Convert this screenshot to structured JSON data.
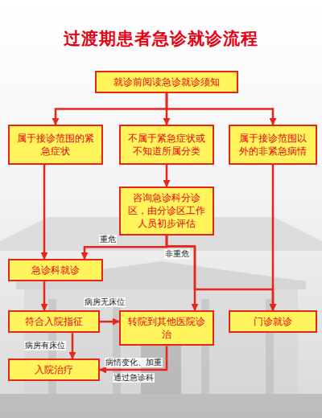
{
  "diagram": {
    "title": "过渡期患者急诊就诊流程",
    "nodes": [
      {
        "text": [
          "就诊前阅读急诊就诊须知"
        ]
      },
      {
        "text": [
          "属于接诊范围的紧急症状"
        ]
      },
      {
        "text": [
          "不属于紧急症状或不知道所属分类"
        ]
      },
      {
        "text": [
          "属于接诊范围以外的非紧急病情"
        ]
      },
      {
        "text": [
          "咨询急诊科分诊区，由分诊区工作人员初步评估"
        ]
      },
      {
        "text": [
          "急诊科就诊"
        ]
      },
      {
        "text": [
          "符合入院指征"
        ]
      },
      {
        "text": [
          "转院到其他医院诊治"
        ]
      },
      {
        "text": [
          "门诊就诊"
        ]
      },
      {
        "text": [
          "入院治疗"
        ]
      }
    ],
    "edges": [
      {
        "from": 0,
        "to": 1,
        "arrow": "to"
      },
      {
        "from": 0,
        "to": 2,
        "arrow": "to"
      },
      {
        "from": 0,
        "to": 3,
        "arrow": "to"
      },
      {
        "from": 1,
        "to": 5,
        "arrow": "to"
      },
      {
        "from": 2,
        "to": 4,
        "arrow": "to"
      },
      {
        "from": 4,
        "to": 5,
        "label": "重危",
        "arrow": "to"
      },
      {
        "from": 4,
        "to": 7,
        "label": "非重危",
        "arrow": "to"
      },
      {
        "from": 4,
        "to": 8,
        "arrow": "to"
      },
      {
        "from": 5,
        "to": 6,
        "arrow": "to"
      },
      {
        "from": 6,
        "to": 7,
        "label": "病房无床位",
        "arrow": "to"
      },
      {
        "from": 6,
        "to": 9,
        "label": "病房有床位",
        "arrow": "to"
      },
      {
        "from": 7,
        "to": 9,
        "label": "病情变化、加重",
        "arrow": "to"
      },
      {
        "from": 3,
        "to": 8,
        "arrow": "to"
      }
    ],
    "labels": [
      "通过急诊科"
    ]
  }
}
